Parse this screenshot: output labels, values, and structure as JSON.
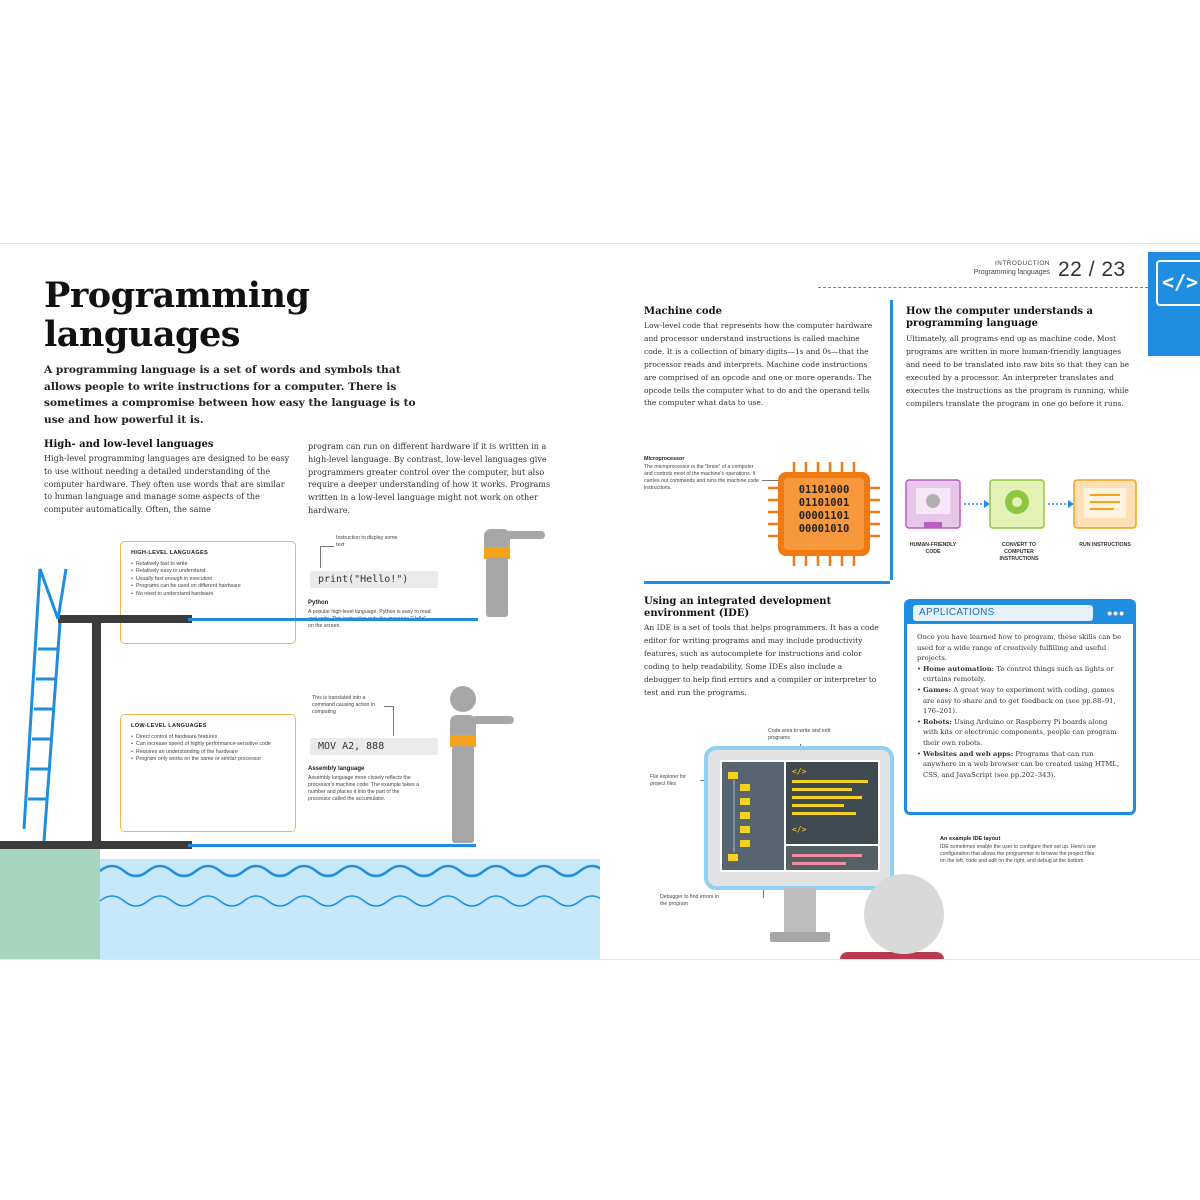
{
  "title": {
    "line1": "Programming",
    "line2": "languages"
  },
  "intro": "A programming language is a set of words and symbols that allows people to write instructions for a computer. There is sometimes a compromise between how easy the language is to use and how powerful it is.",
  "high_low": {
    "heading": "High- and low-level languages",
    "col1": "High-level programming languages are designed to be easy to use without needing a detailed understanding of the computer hardware. They often use words that are similar to human language and manage some aspects of the computer automatically. Often, the same",
    "col2": "program can run on different hardware if it is written in a high-level language. By contrast, low-level languages give programmers greater control over the computer, but also require a deeper understanding of how it works. Programs written in a low-level language might not work on other hardware."
  },
  "high_box": {
    "title": "HIGH-LEVEL LANGUAGES",
    "items": [
      "Relatively fast to write",
      "Relatively easy to understand",
      "Usually fast enough in execution",
      "Programs can be used on different hardware",
      "No need to understand hardware"
    ]
  },
  "low_box": {
    "title": "LOW-LEVEL LANGUAGES",
    "items": [
      "Direct control of hardware features",
      "Can increase speed of highly performance-sensitive code",
      "Requires an understanding of the hardware",
      "Program only works on the same or similar processor"
    ]
  },
  "python": {
    "note": "Instruction to display some text",
    "code": "print(\"Hello!\")",
    "heading": "Python",
    "caption": "A popular high-level language, Python is easy to read and write. This instruction puts the message \"Hello\" on the screen."
  },
  "assembly": {
    "note": "This is translated into a command causing action in computing",
    "code": "MOV A2, 888",
    "heading": "Assembly language",
    "caption": "Assembly language more closely reflects the processor's machine code. The example takes a number and places it into the part of the processor called the accumulator."
  },
  "header": {
    "section": "INTRODUCTION",
    "subsection": "Programming languages",
    "page_numbers": "22 / 23",
    "tab_icon": "</>"
  },
  "machine_code": {
    "heading": "Machine code",
    "text": "Low-level code that represents how the computer hardware and processor understand instructions is called machine code. It is a collection of binary digits—1s and 0s—that the processor reads and interprets. Machine code instructions are comprised of an opcode and one or more operands. The opcode tells the computer what to do and the operand tells the computer what data to use."
  },
  "microprocessor": {
    "heading": "Microprocessor",
    "caption": "The microprocessor is the \"brain\" of a computer and controls most of the machine's operations. It carries out commands and runs the machine code instructions.",
    "binary": [
      "01101000",
      "01101001",
      "00001101",
      "00001010"
    ]
  },
  "understand": {
    "heading": "How the computer understands a programming language",
    "text": "Ultimately, all programs end up as machine code. Most programs are written in more human-friendly languages and need to be translated into raw bits so that they can be executed by a processor. An interpreter translates and executes the instructions as the program is running, while compilers translate the program in one go before it runs.",
    "steps": [
      "HUMAN-FRIENDLY CODE",
      "CONVERT TO COMPUTER INSTRUCTIONS",
      "RUN INSTRUCTIONS"
    ]
  },
  "ide": {
    "heading": "Using an integrated development environment (IDE)",
    "text": "An IDE is a set of tools that helps programmers. It has a code editor for writing programs and may include productivity features, such as autocomplete for instructions and color coding to help readability. Some IDEs also include a debugger to help find errors and a compiler or interpreter to test and run the programs.",
    "note_code": "Code area to write and edit programs",
    "note_file": "File explorer for project files",
    "note_debug": "Debugger to find errors in the program",
    "layout_heading": "An example IDE layout",
    "layout_text": "IDE sometimes enable the user to configure their set up. Here's one configuration that allows the programmer to browse the project files on the left, code and edit on the right, and debug at the bottom."
  },
  "applications": {
    "title": "APPLICATIONS",
    "dots": "•••",
    "intro": "Once you have learned how to program, these skills can be used for a wide range of creatively fulfilling and useful projects.",
    "items": [
      {
        "label": "Home automation:",
        "text": "To control things such as lights or curtains remotely."
      },
      {
        "label": "Games:",
        "text": "A great way to experiment with coding, games are easy to share and to get feedback on (see pp.88–91, 176–201)."
      },
      {
        "label": "Robots:",
        "text": "Using Arduino or Raspberry Pi boards along with kits or electronic components, people can program their own robots."
      },
      {
        "label": "Websites and web apps:",
        "text": "Programs that can run anywhere in a web browser can be created using HTML, CSS, and JavaScript (see pp.202–343)."
      }
    ]
  },
  "colors": {
    "accent_blue": "#1f8ee0",
    "orange": "#f17a12",
    "water": "#c7e8fb",
    "wall": "#a8d5c0",
    "box_border": "#f1b25a"
  }
}
